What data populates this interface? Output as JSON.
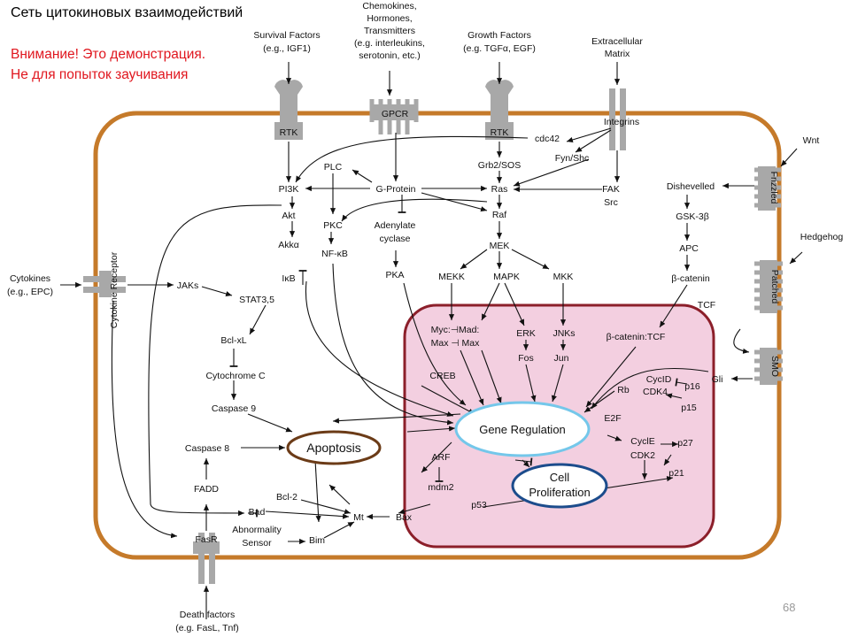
{
  "slide": {
    "title": "Сеть цитокиновых взаимодействий",
    "warning_line1": "Внимание! Это демонстрация.",
    "warning_line2": "Не для попыток заучивания",
    "page_number": "68"
  },
  "colors": {
    "cell_border": "#c57a2a",
    "nucleus_fill": "#f3cfe0",
    "nucleus_border": "#8c1f2a",
    "gene_regulation_border": "#74c7ea",
    "apoptosis_border": "#6b3b17",
    "proliferation_border": "#1c4c8c",
    "receptor_gray": "#a8a8a8"
  },
  "inputs": {
    "survival_1": "Survival Factors",
    "survival_2": "(e.g., IGF1)",
    "chemo_1": "Chemokines,",
    "chemo_2": "Hormones,",
    "chemo_3": "Transmitters",
    "chemo_4": "(e.g. interleukins,",
    "chemo_5": "serotonin, etc.)",
    "growth_1": "Growth Factors",
    "growth_2": "(e.g. TGFα, EGF)",
    "ecm_1": "Extracellular",
    "ecm_2": "Matrix",
    "wnt": "Wnt",
    "hedgehog": "Hedgehog",
    "cytokines_1": "Cytokines",
    "cytokines_2": "(e.g., EPC)",
    "death_1": "Death factors",
    "death_2": "(e.g. FasL, Tnf)"
  },
  "receptors": {
    "rtk_left": "RTK",
    "gpcr": "GPCR",
    "rtk_right": "RTK",
    "integrins": "Integrins",
    "frizzled": "Frizzled",
    "patched": "Patched",
    "smo": "SMO",
    "cytokine_receptor": "Cytokine Receptor",
    "fasr": "FasR"
  },
  "nodes": {
    "cdc42": "cdc42",
    "fyn_shc": "Fyn/Shc",
    "grb2_sos": "Grb2/SOS",
    "ras": "Ras",
    "fak": "FAK",
    "src": "Src",
    "raf": "Raf",
    "mek": "MEK",
    "plc": "PLC",
    "g_protein": "G-Protein",
    "pi3k": "PI3K",
    "akt": "Akt",
    "akka": "Akkα",
    "pkc": "PKC",
    "nfkb": "NF-κB",
    "ikb": "IκB",
    "adenylate_1": "Adenylate",
    "adenylate_2": "cyclase",
    "pka": "PKA",
    "mekk": "MEKK",
    "mapk": "MAPK",
    "mkk": "MKK",
    "dishevelled": "Dishevelled",
    "gsk3b": "GSK-3β",
    "apc": "APC",
    "b_catenin": "β-catenin",
    "tcf": "TCF",
    "jaks": "JAKs",
    "stat": "STAT3,5",
    "bclxl": "Bcl-xL",
    "cytochrome_c": "Cytochrome C",
    "caspase9": "Caspase 9",
    "caspase8": "Caspase 8",
    "fadd": "FADD",
    "bcl2": "Bcl-2",
    "bad": "Bad",
    "mt": "Mt",
    "bax": "Bax",
    "abn_1": "Abnormality",
    "abn_2": "Sensor",
    "bim": "Bim",
    "myc_mad": "Myc:⊣Mad:",
    "max_max": "Max ⊣ Max",
    "creb": "CREB",
    "erk": "ERK",
    "fos": "Fos",
    "jnks": "JNKs",
    "jun": "Jun",
    "b_catenin_tcf": "β-catenin:TCF",
    "gli": "Gli",
    "cycd": "CycID",
    "rb": "Rb",
    "cdk4": "CDK4",
    "p16": "p16",
    "p15": "p15",
    "e2f": "E2F",
    "cyce": "CyclE",
    "p27": "p27",
    "cdk2": "CDK2",
    "p21": "p21",
    "arf": "ARF",
    "mdm2": "mdm2",
    "p53": "p53"
  },
  "outcomes": {
    "apoptosis": "Apoptosis",
    "gene_regulation": "Gene Regulation",
    "proliferation_1": "Cell",
    "proliferation_2": "Proliferation"
  }
}
